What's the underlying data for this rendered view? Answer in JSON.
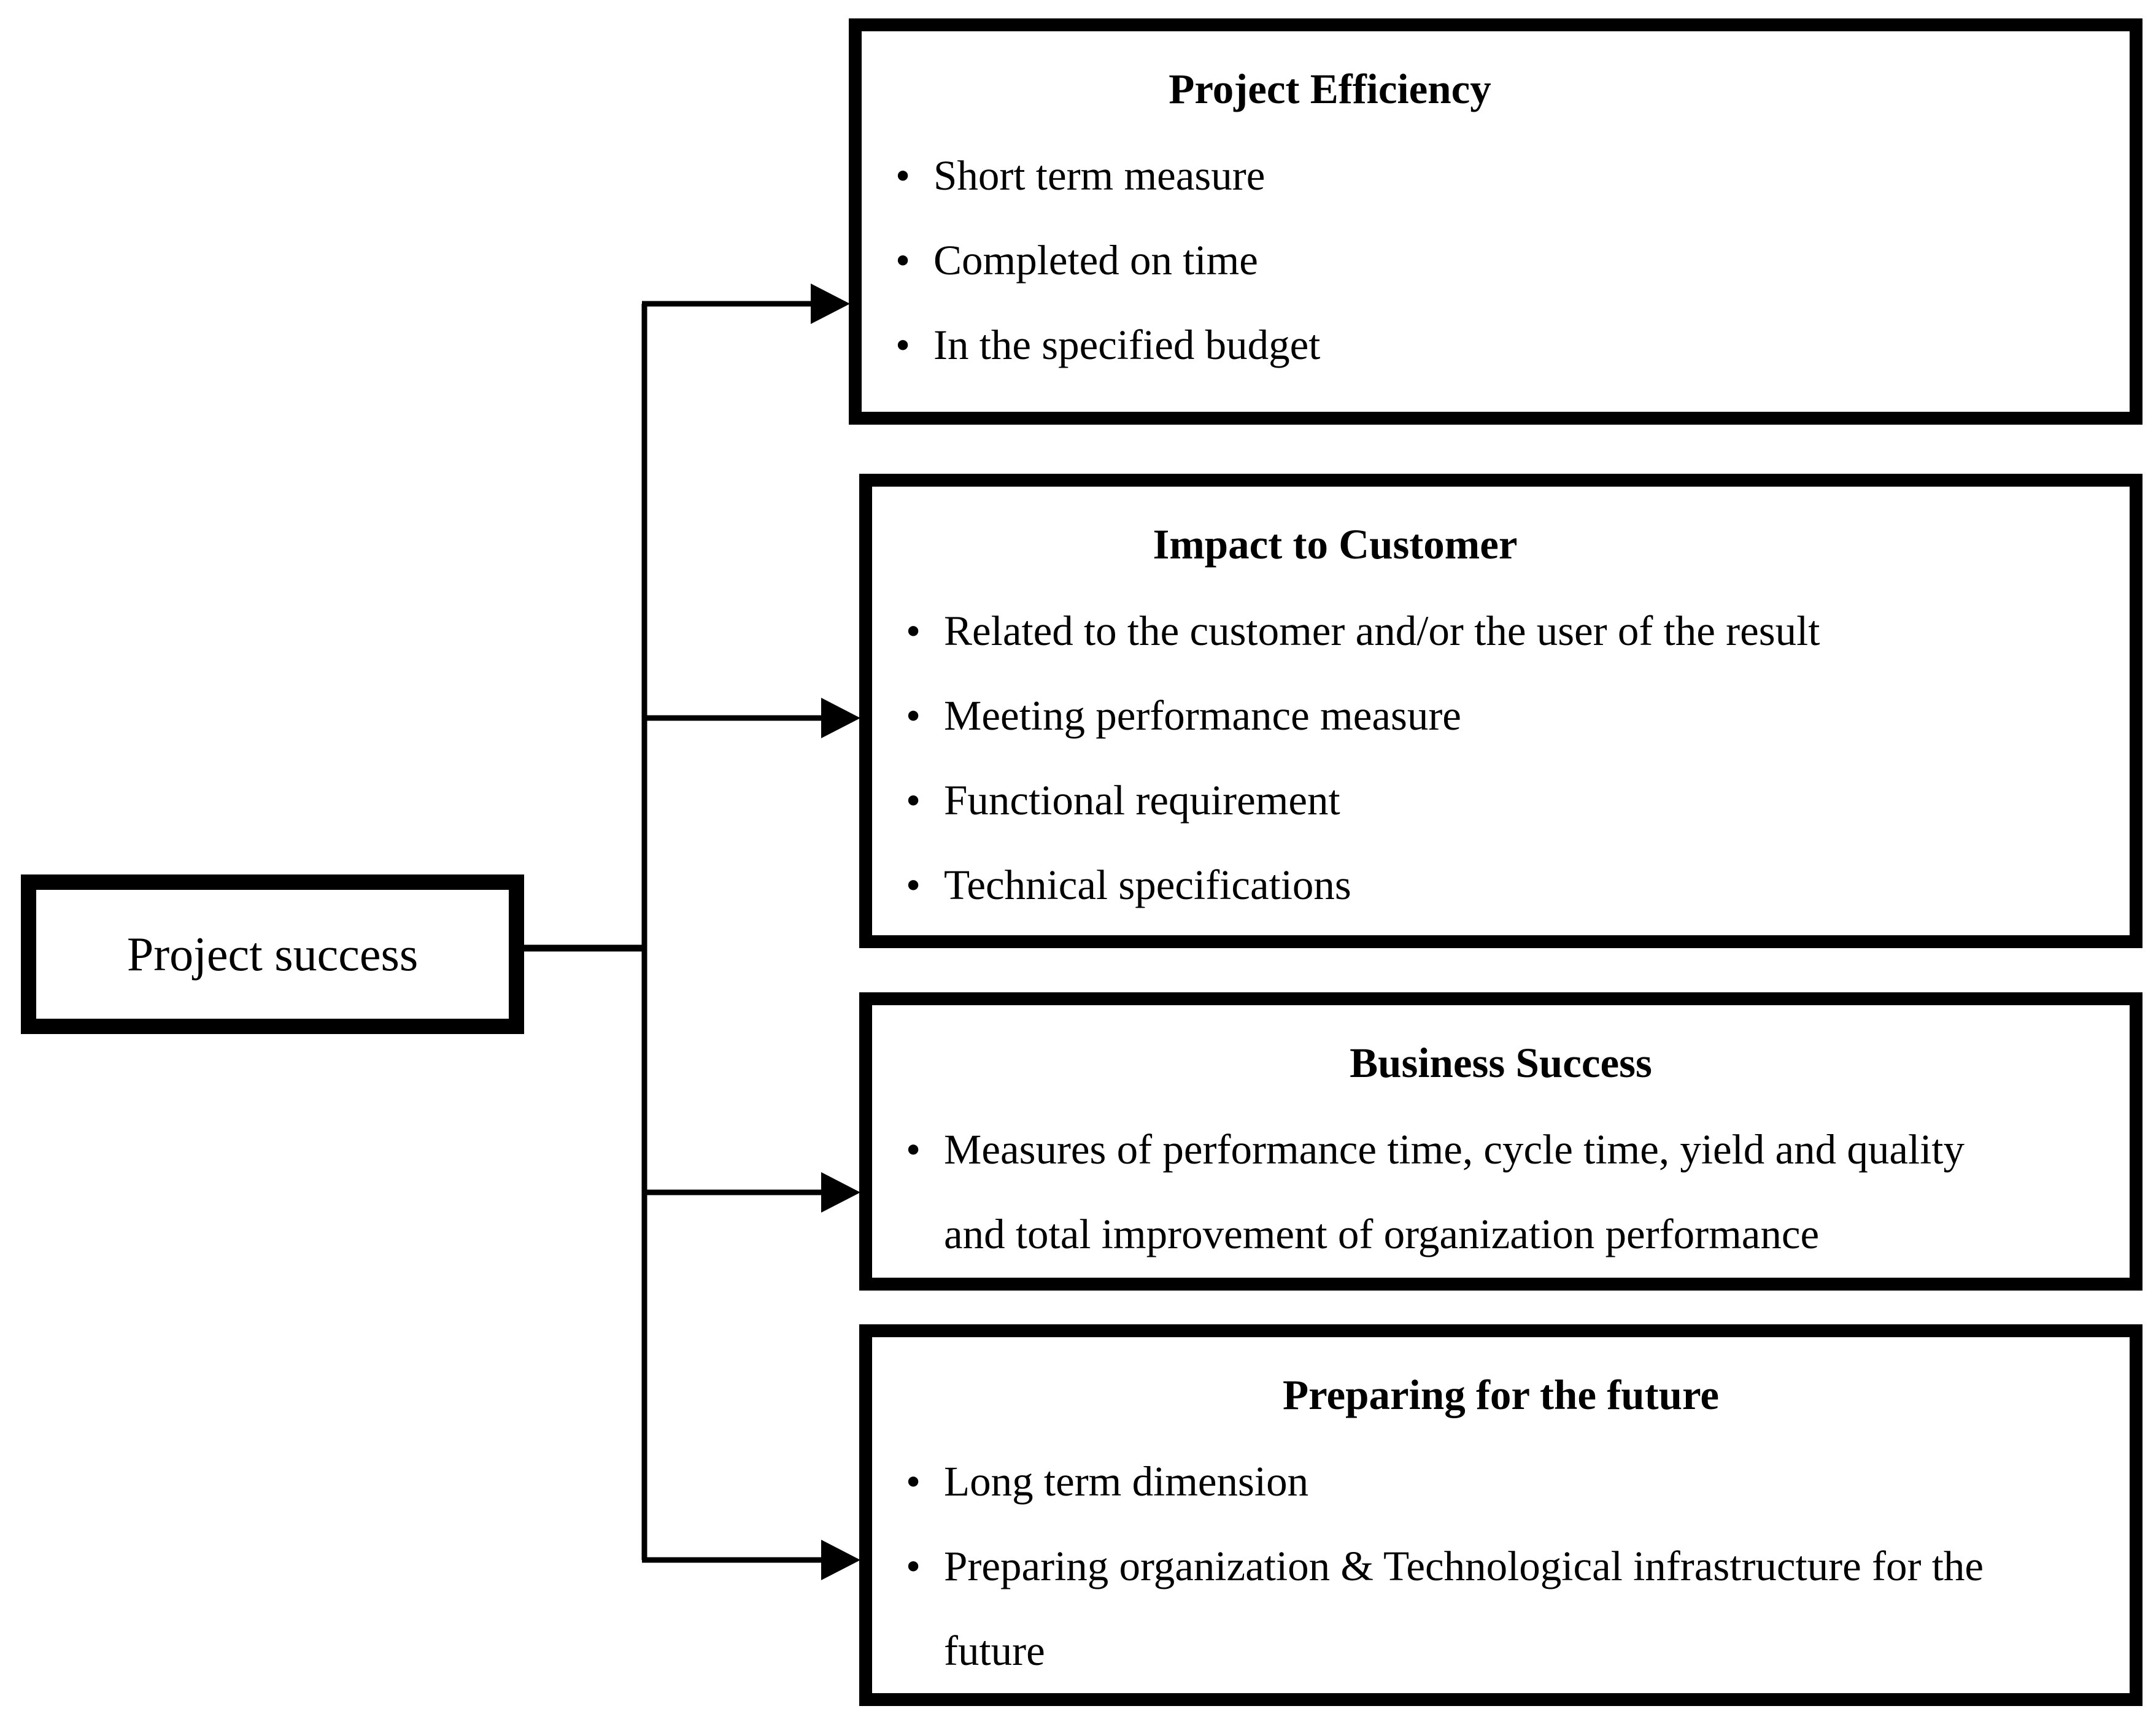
{
  "figure": {
    "bullet_char": "•",
    "colors": {
      "ink": "#000000",
      "background": "#ffffff"
    },
    "root": {
      "label": "Project success"
    },
    "boxes": [
      {
        "title": "Project Efficiency",
        "bullets": [
          {
            "lines": [
              "Short term measure"
            ]
          },
          {
            "lines": [
              "Completed on time"
            ]
          },
          {
            "lines": [
              "In the specified budget"
            ]
          }
        ]
      },
      {
        "title": "Impact to Customer",
        "bullets": [
          {
            "lines": [
              "Related to the customer and/or the user of the result"
            ]
          },
          {
            "lines": [
              "Meeting performance measure"
            ]
          },
          {
            "lines": [
              "Functional requirement"
            ]
          },
          {
            "lines": [
              "Technical specifications"
            ]
          }
        ]
      },
      {
        "title": "Business Success",
        "bullets": [
          {
            "lines": [
              "Measures of performance time, cycle time, yield and quality",
              "and total improvement of organization performance"
            ]
          }
        ]
      },
      {
        "title": "Preparing for the future",
        "bullets": [
          {
            "lines": [
              "Long term dimension"
            ]
          },
          {
            "lines": [
              "Preparing organization & Technological infrastructure for the",
              "future"
            ]
          }
        ]
      }
    ]
  }
}
